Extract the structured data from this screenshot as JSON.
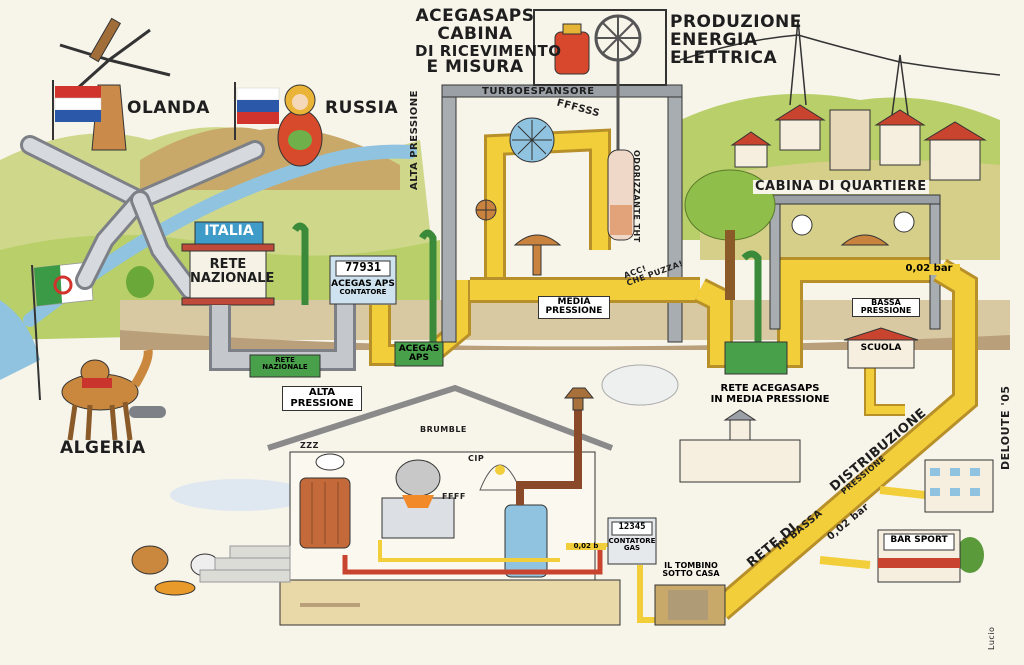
{
  "labels": {
    "olanda": "OLANDA",
    "russia": "RUSSIA",
    "algeria": "ALGERIA",
    "italia": "ITALIA",
    "rete_nazionale_sign": [
      "RETE",
      "NAZIONALE"
    ],
    "meter_reading": "77931",
    "acegas_contatore": [
      "ACEGAS APS",
      "CONTATORE"
    ],
    "rete_nazionale_pipe": [
      "RETE",
      "NAZIONALE"
    ],
    "acegas_aps_box": [
      "ACEGAS",
      "APS"
    ],
    "alta_pressione_box": [
      "ALTA",
      "PRESSIONE"
    ],
    "cabina_ricevimento": [
      "ACEGASAPS",
      "CABINA",
      "DI RICEVIMENTO",
      "E MISURA"
    ],
    "produzione_energia": [
      "PRODUZIONE",
      "ENERGIA",
      "ELETTRICA"
    ],
    "turboespansore": "TURBOESPANSORE",
    "ffss": "FFFSSS",
    "alta_pressione_vertical": "ALTA PRESSIONE",
    "odorizzante": "ODORIZZANTE THT",
    "acc_puzza": [
      "ACC!",
      "CHE PUZZA!"
    ],
    "media_pressione": [
      "MEDIA",
      "PRESSIONE"
    ],
    "cabina_quartiere": "CABINA DI QUARTIERE",
    "pressure_low_1": "0,02 bar",
    "bassa_pressione": [
      "BASSA",
      "PRESSIONE"
    ],
    "rete_media": [
      "RETE ACEGASAPS",
      "IN MEDIA PRESSIONE"
    ],
    "scuola": "SCUOLA",
    "distribuzione": "DISTRIBUZIONE",
    "pressione_diag": "PRESSIONE",
    "pressure_low_2": "0,02 bar",
    "rete_di": "RETE DI",
    "in_bassa": "IN BASSA",
    "bar_sport": "BAR SPORT",
    "contatore_reading": "12345",
    "contatore_gas": [
      "CONTATORE",
      "GAS"
    ],
    "pressure_house": "0,02 b",
    "tombino": [
      "IL TOMBINO",
      "SOTTO CASA"
    ],
    "brumble": "BRUMBLE",
    "zzz": "ZZZ",
    "ffff": "FFFF",
    "cip": "CIP",
    "signature": "DELOUTE '05",
    "signature_small": "Lucio"
  },
  "colors": {
    "gas_yellow": "#f2cf3a",
    "pipe_grey": "#b8bcc2",
    "valve_orange": "#c9833e",
    "water_blue": "#8fc3df",
    "grass_green": "#a9c95a",
    "house_red": "#b6462e"
  }
}
